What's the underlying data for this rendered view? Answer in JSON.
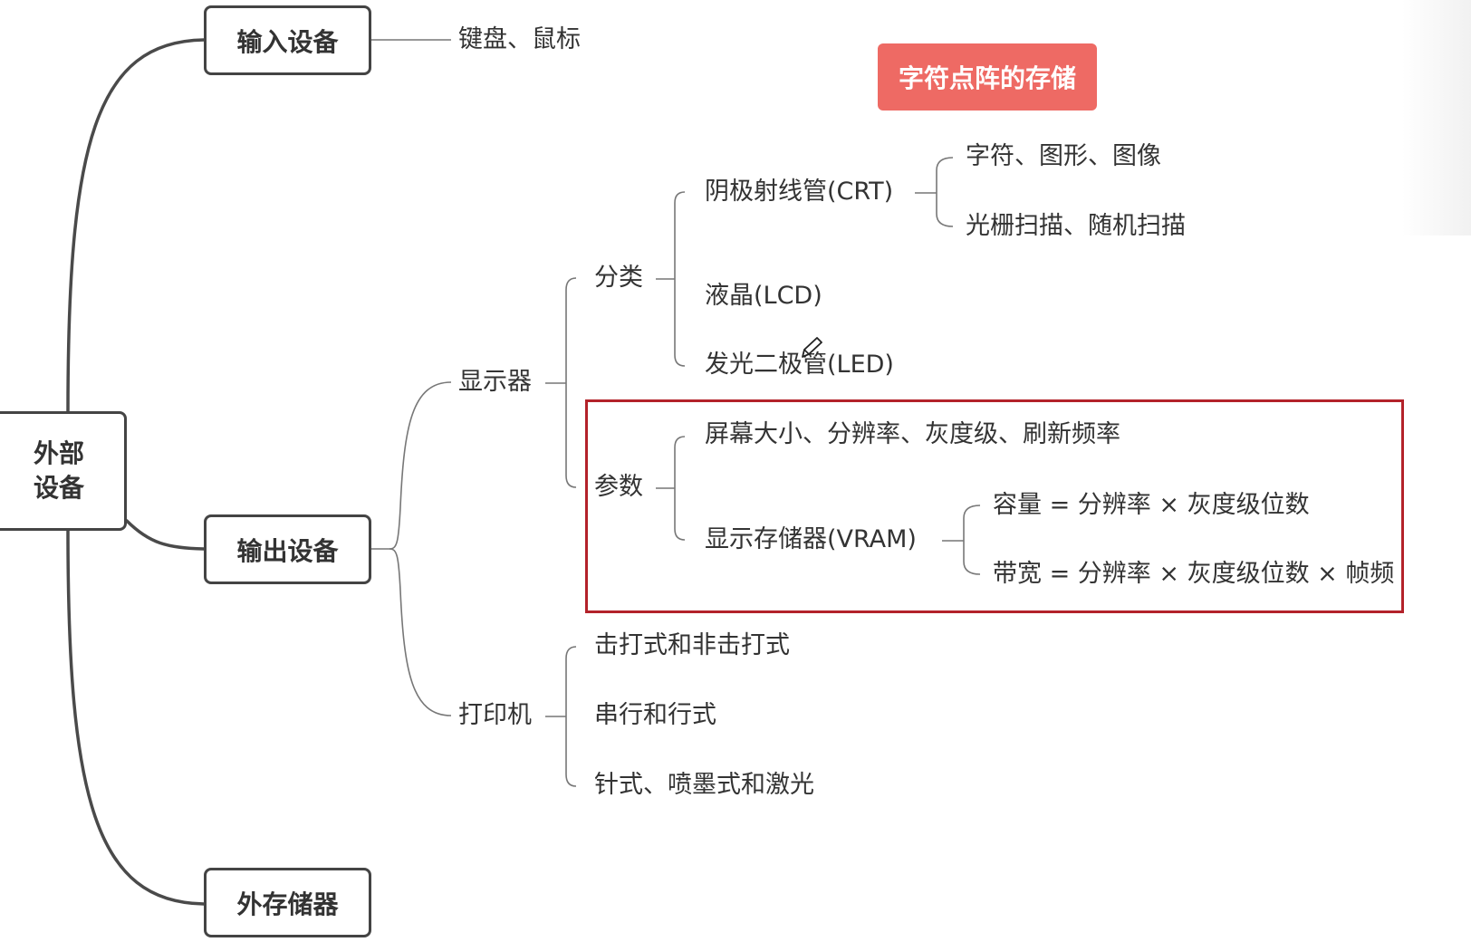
{
  "note": "字符点阵的存储",
  "root": {
    "line1": "外部",
    "line2": "设备"
  },
  "input_device": {
    "label": "输入设备",
    "detail": "键盘、鼠标"
  },
  "output_device": {
    "label": "输出设备",
    "display": {
      "label": "显示器",
      "classification": {
        "label": "分类",
        "crt": {
          "label": "阴极射线管(CRT)",
          "details": [
            "字符、图形、图像",
            "光栅扫描、随机扫描"
          ]
        },
        "lcd": "液晶(LCD)",
        "led": "发光二极管(LED)"
      },
      "parameters": {
        "label": "参数",
        "screen": "屏幕大小、分辨率、灰度级、刷新频率",
        "vram": {
          "label": "显示存储器(VRAM)",
          "formulas": [
            "容量 = 分辨率 × 灰度级位数",
            "带宽 = 分辨率 × 灰度级位数 × 帧频"
          ]
        }
      }
    },
    "printer": {
      "label": "打印机",
      "items": [
        "击打式和非击打式",
        "串行和行式",
        "针式、喷墨式和激光"
      ]
    }
  },
  "external_storage": {
    "label": "外存储器"
  },
  "colors": {
    "highlight": "#b3222a",
    "note_bg": "#ee6a64",
    "node_border": "#444444",
    "line": "#777777"
  }
}
